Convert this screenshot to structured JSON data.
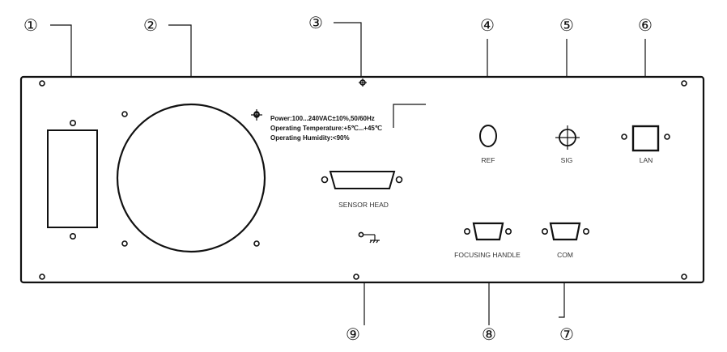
{
  "callouts": {
    "c1": "①",
    "c2": "②",
    "c3": "③",
    "c4": "④",
    "c5": "⑤",
    "c6": "⑥",
    "c7": "⑦",
    "c8": "⑧",
    "c9": "⑨"
  },
  "panel": {
    "spec_lines": [
      "Power:100...240VAC±10%,50/60Hz",
      "Operating Temperature:+5℃...+45℃",
      "Operating Humidity:<90%"
    ]
  },
  "connectors": {
    "sensor_head": "SENSOR HEAD",
    "ref": "REF",
    "sig": "SIG",
    "lan": "LAN",
    "focusing_handle": "FOCUSING HANDLE",
    "com": "COM"
  }
}
